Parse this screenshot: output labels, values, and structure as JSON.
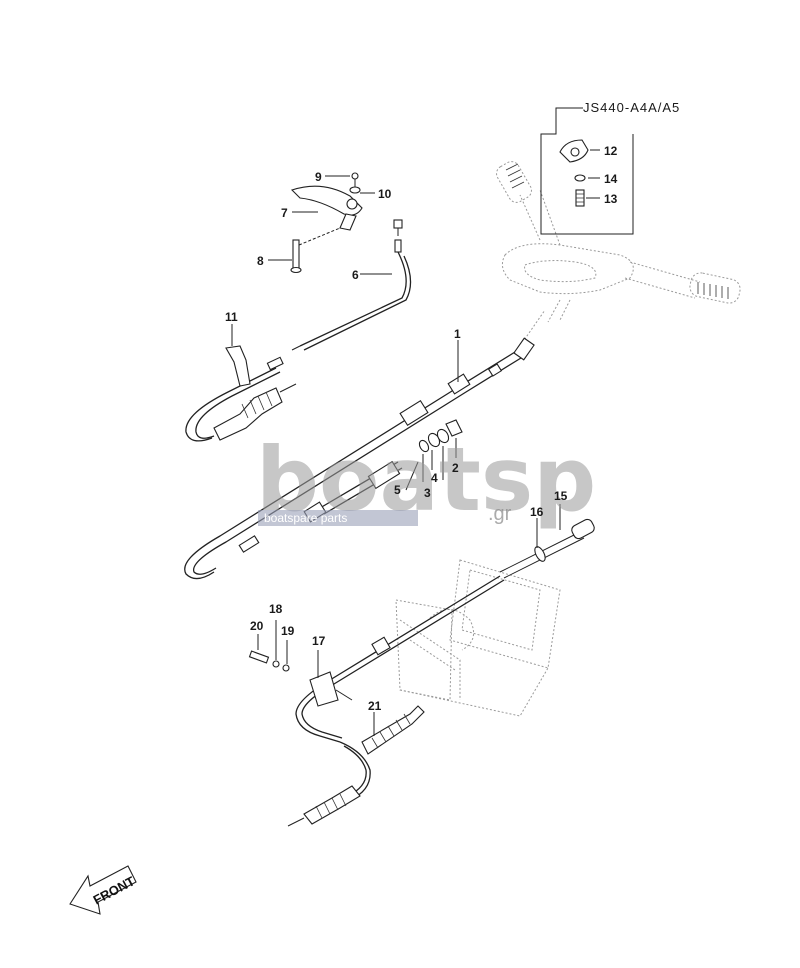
{
  "variant_box": {
    "label": "JS440-A4A/A5",
    "parts": [
      "12",
      "14",
      "13"
    ]
  },
  "callouts": [
    {
      "id": "1",
      "label": "1"
    },
    {
      "id": "2",
      "label": "2"
    },
    {
      "id": "3",
      "label": "3"
    },
    {
      "id": "4",
      "label": "4"
    },
    {
      "id": "5",
      "label": "5"
    },
    {
      "id": "6",
      "label": "6"
    },
    {
      "id": "7",
      "label": "7"
    },
    {
      "id": "8",
      "label": "8"
    },
    {
      "id": "9",
      "label": "9"
    },
    {
      "id": "10",
      "label": "10"
    },
    {
      "id": "11",
      "label": "11"
    },
    {
      "id": "12",
      "label": "12"
    },
    {
      "id": "13",
      "label": "13"
    },
    {
      "id": "14",
      "label": "14"
    },
    {
      "id": "15",
      "label": "15"
    },
    {
      "id": "16",
      "label": "16"
    },
    {
      "id": "17",
      "label": "17"
    },
    {
      "id": "18",
      "label": "18"
    },
    {
      "id": "19",
      "label": "19"
    },
    {
      "id": "20",
      "label": "20"
    },
    {
      "id": "21",
      "label": "21"
    }
  ],
  "front_arrow": {
    "label": "FRONT"
  },
  "watermark": {
    "main": "boatsp",
    "tagline": "boatspare parts",
    "suffix": ".gr"
  }
}
